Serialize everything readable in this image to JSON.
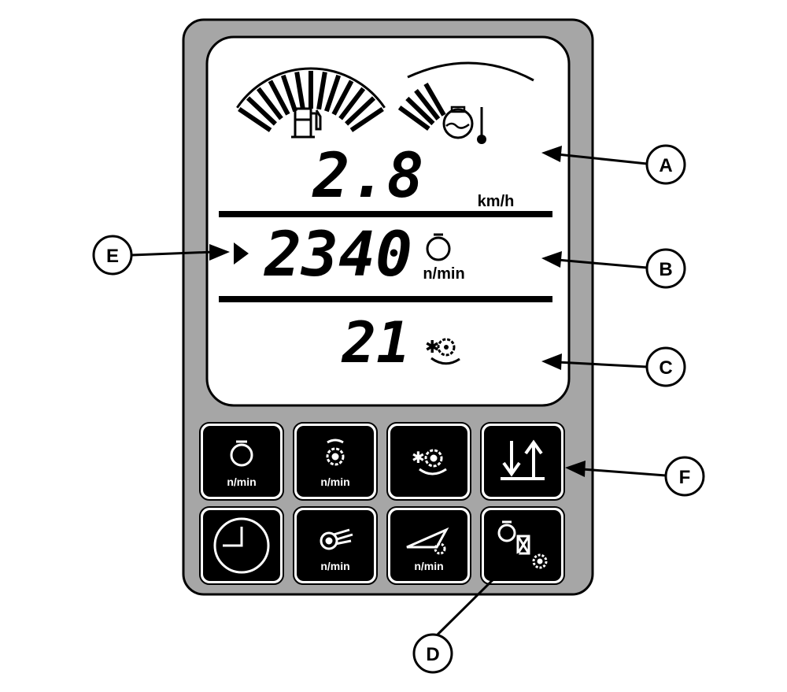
{
  "display": {
    "speed_value": "2.8",
    "speed_unit": "km/h",
    "engine_rpm_value": "2340",
    "engine_rpm_unit": "n/min",
    "cutter_value": "21"
  },
  "buttons": [
    {
      "id": "engine-rpm",
      "icon": "engine-icon",
      "label": "n/min"
    },
    {
      "id": "rotor-rpm",
      "icon": "rotor-speed-icon",
      "label": "n/min"
    },
    {
      "id": "cutterhead",
      "icon": "cutterhead-icon",
      "label": ""
    },
    {
      "id": "raise-lower",
      "icon": "raise-lower-icon",
      "label": ""
    },
    {
      "id": "clock",
      "icon": "clock-icon",
      "label": ""
    },
    {
      "id": "blower-rpm",
      "icon": "blower-icon",
      "label": "n/min"
    },
    {
      "id": "header-rpm",
      "icon": "header-icon",
      "label": "n/min"
    },
    {
      "id": "engine-drive",
      "icon": "engine-drive-icon",
      "label": ""
    }
  ],
  "callouts": {
    "A": "A",
    "B": "B",
    "C": "C",
    "D": "D",
    "E": "E",
    "F": "F"
  },
  "colors": {
    "housing": "#a6a6a6",
    "screen": "#ffffff",
    "button": "#000000"
  }
}
